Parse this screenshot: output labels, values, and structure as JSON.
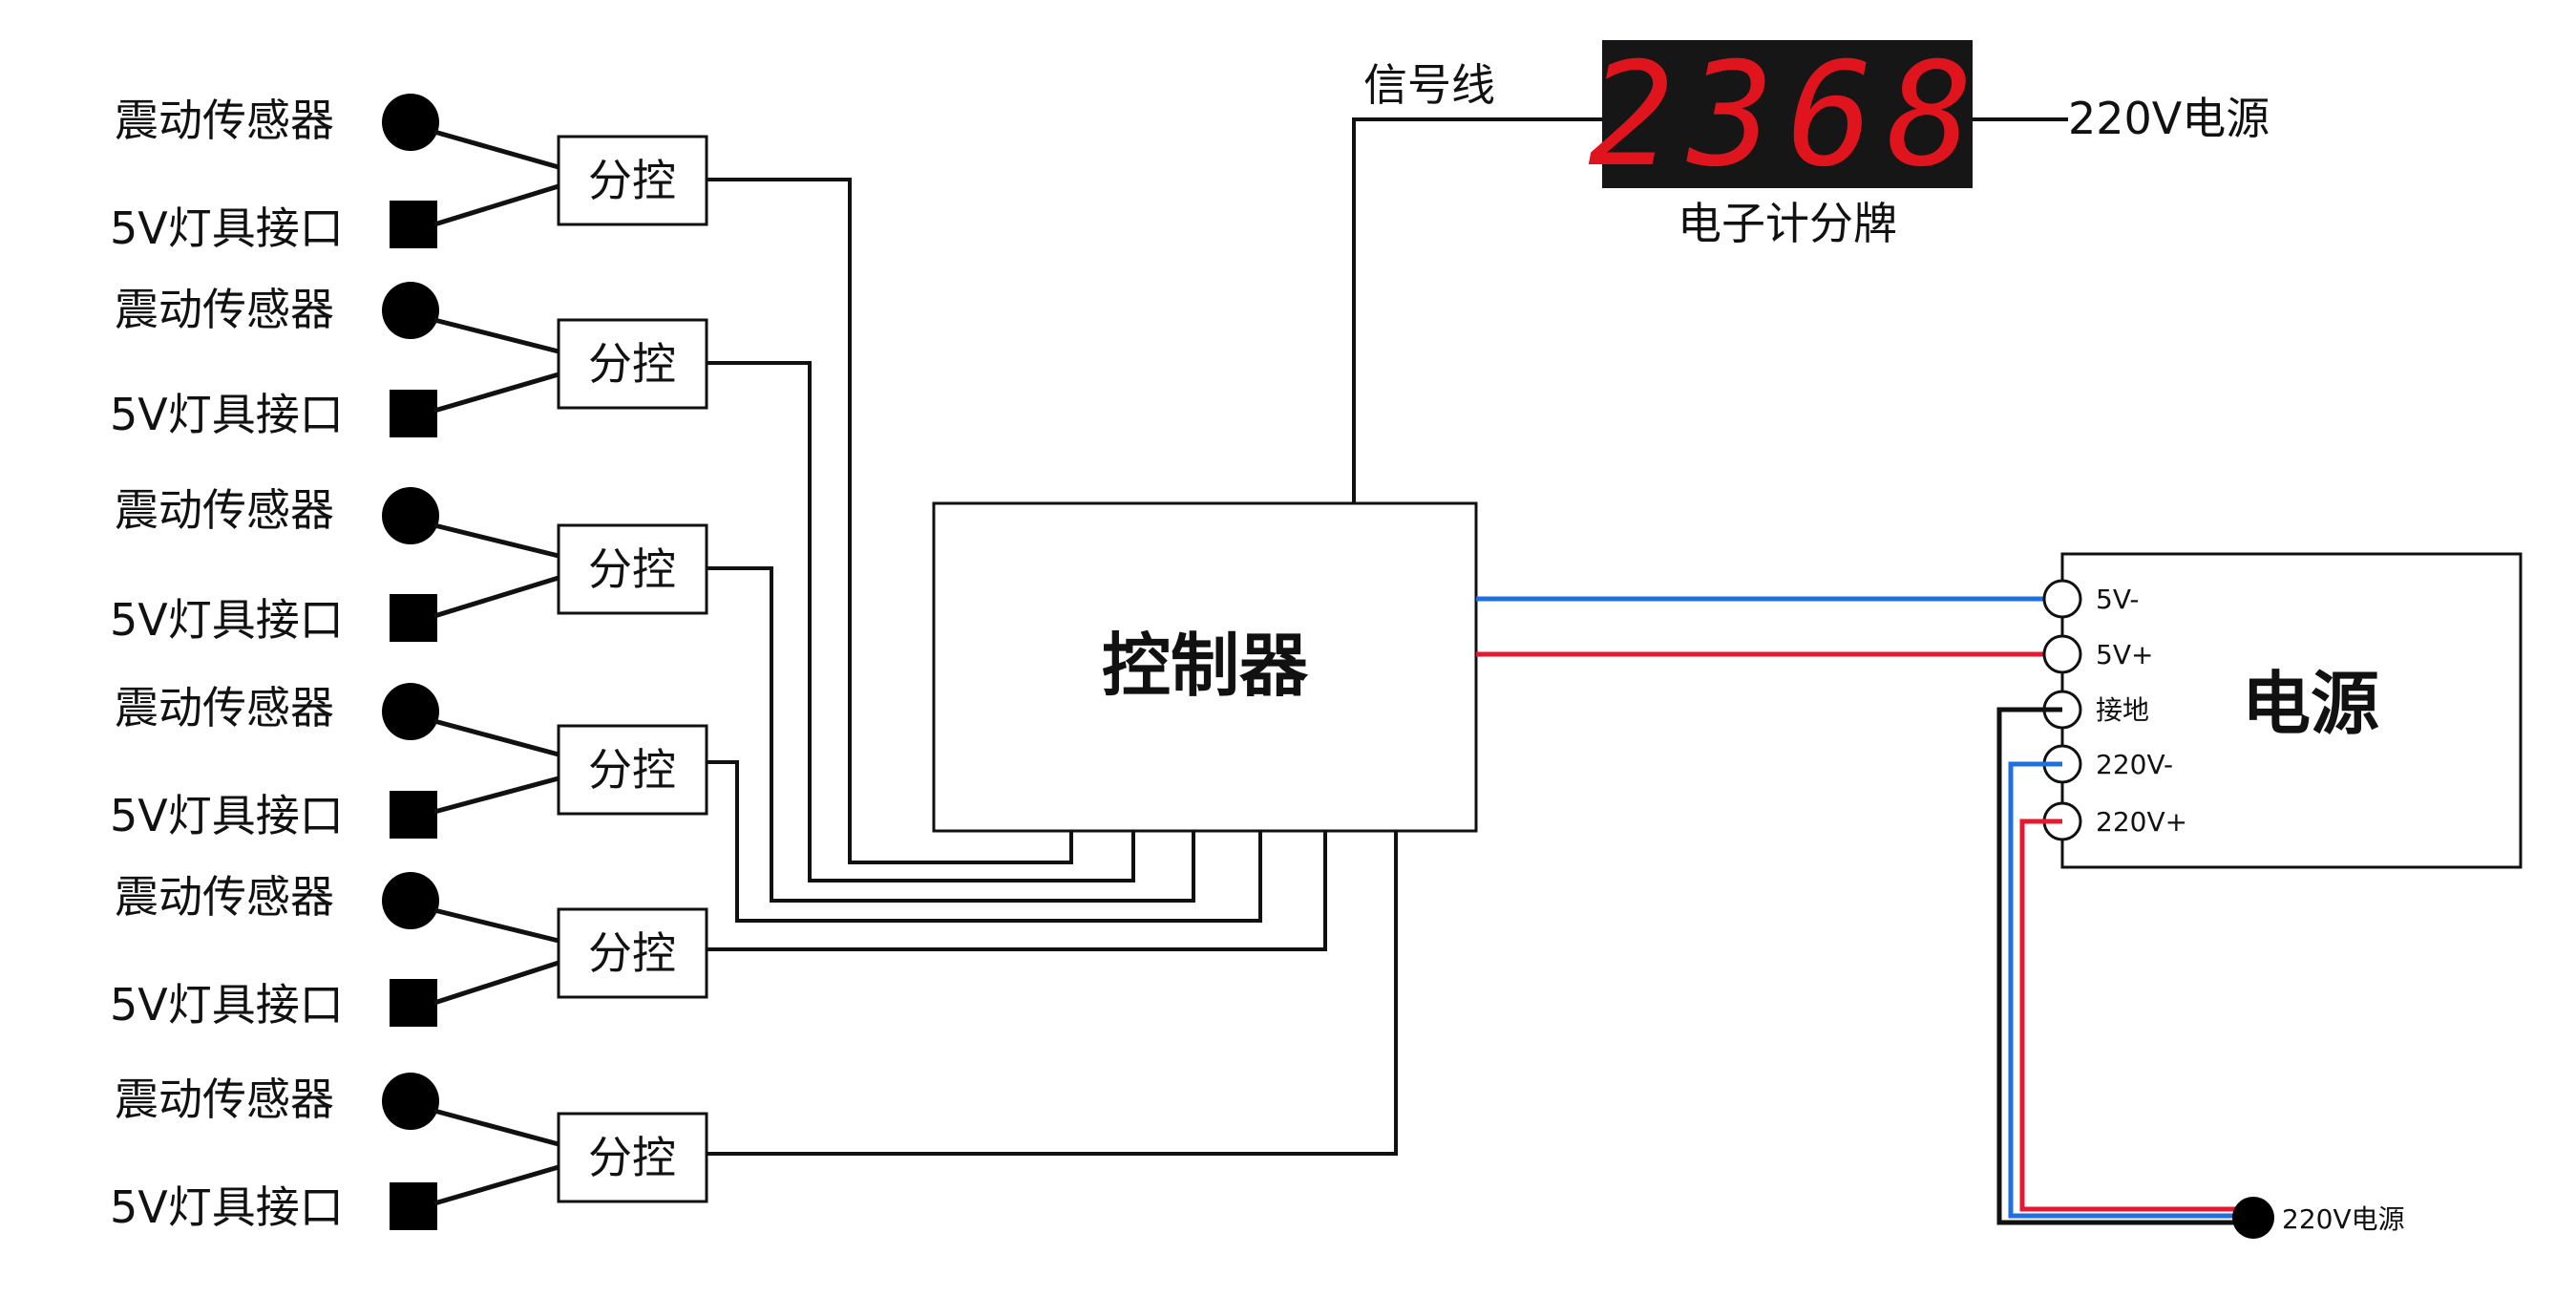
{
  "sensor_groups": [
    {
      "sensor_label": "震动传感器",
      "lamp_label": "5V灯具接口",
      "subcontrol_label": "分控"
    },
    {
      "sensor_label": "震动传感器",
      "lamp_label": "5V灯具接口",
      "subcontrol_label": "分控"
    },
    {
      "sensor_label": "震动传感器",
      "lamp_label": "5V灯具接口",
      "subcontrol_label": "分控"
    },
    {
      "sensor_label": "震动传感器",
      "lamp_label": "5V灯具接口",
      "subcontrol_label": "分控"
    },
    {
      "sensor_label": "震动传感器",
      "lamp_label": "5V灯具接口",
      "subcontrol_label": "分控"
    },
    {
      "sensor_label": "震动传感器",
      "lamp_label": "5V灯具接口",
      "subcontrol_label": "分控"
    }
  ],
  "controller": {
    "label": "控制器"
  },
  "scoreboard": {
    "digits": "2368",
    "label": "电子计分牌",
    "signal_label": "信号线",
    "power_label": "220V电源",
    "digit_color": "#e0141c",
    "panel_color": "#161616"
  },
  "power_supply": {
    "label": "电源",
    "terminals": [
      "5V-",
      "5V+",
      "接地",
      "220V-",
      "220V+"
    ],
    "input_label": "220V电源"
  },
  "wire_colors": {
    "ground": "#111111",
    "negative": "#1f6fe0",
    "positive": "#e51930"
  }
}
